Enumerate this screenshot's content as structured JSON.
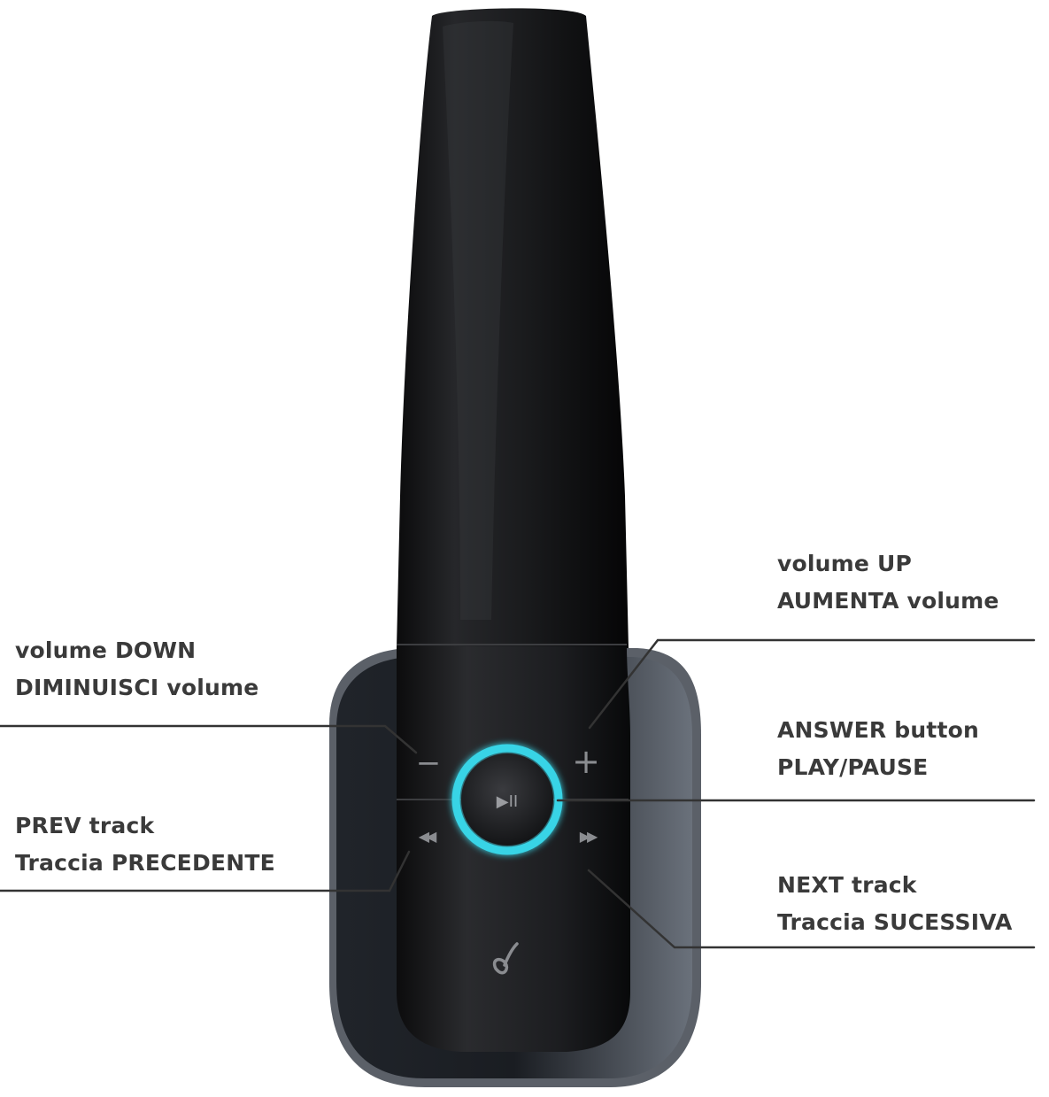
{
  "labels": {
    "volume_up": {
      "line1": "volume UP",
      "line2": "AUMENTA volume"
    },
    "volume_down": {
      "line1": "volume DOWN",
      "line2": "DIMINUISCI volume"
    },
    "answer": {
      "line1": "ANSWER button",
      "line2": "PLAY/PAUSE"
    },
    "prev": {
      "line1": "PREV track",
      "line2": "Traccia PRECEDENTE"
    },
    "next": {
      "line1": "NEXT track",
      "line2": "Traccia SUCESSIVA"
    }
  },
  "buttons": {
    "minus": "−",
    "plus": "+",
    "play_pause": "▶II",
    "prev": "◀◀",
    "next": "▶▶"
  },
  "colors": {
    "headband": "#111214",
    "cushion": "#5b6068",
    "ring": "#38d4e6",
    "leader_line": "#333333",
    "label_text": "#3a3a3a"
  }
}
